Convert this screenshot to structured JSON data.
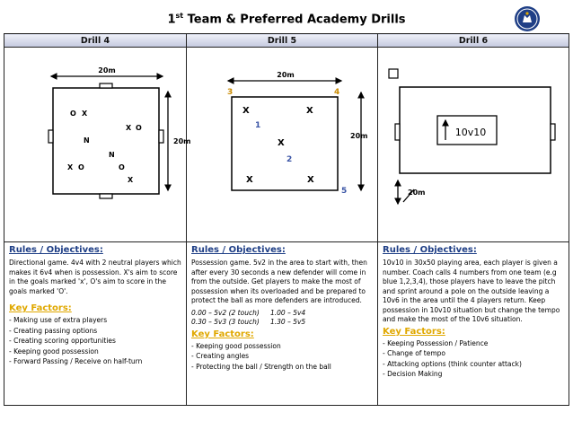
{
  "title": {
    "prefix": "1",
    "sup": "st",
    "rest": " Team & Preferred Academy Drills"
  },
  "colors": {
    "heading_blue": "#1f3f86",
    "key_gold": "#e0a800",
    "number_blue": "#3b55a6",
    "number_gold": "#c98a00"
  },
  "drills": [
    {
      "name": "Drill 4",
      "diagram": {
        "width_label": "20m",
        "height_label": "20m",
        "marks": [
          "O",
          "X",
          "X",
          "O",
          "N",
          "N",
          "X",
          "O",
          "O",
          "X"
        ]
      },
      "rules_heading": "Rules / Objectives:",
      "rules_text": "Directional game. 4v4 with 2 neutral players which makes it 6v4 when is possession. X's aim to score in the goals marked 'x', O's aim to score in the goals marked 'O'.",
      "key_heading": "Key Factors:",
      "key_factors": [
        "- Making use of extra players",
        "- Creating passing options",
        "- Creating scoring opportunities",
        "- Keeping good possession",
        "- Forward Passing / Receive on half-turn"
      ]
    },
    {
      "name": "Drill 5",
      "diagram": {
        "width_label": "20m",
        "height_label": "20m",
        "corner_numbers": [
          "3",
          "4",
          "5"
        ],
        "inner_numbers": [
          "1",
          "2"
        ],
        "marks": [
          "X",
          "X",
          "X",
          "X",
          "X"
        ]
      },
      "rules_heading": "Rules / Objectives:",
      "rules_text": "Possession game. 5v2 in the area to start with, then after every 30 seconds a new defender will come in from the outside. Get players to make the most of possession when its overloaded and be prepared to protect the ball as more defenders are introduced.",
      "timings": [
        [
          "0.00 – 5v2 (2 touch)",
          "1.00 – 5v4"
        ],
        [
          "0.30 – 5v3 (3 touch)",
          "1.30 – 5v5"
        ]
      ],
      "key_heading": "Key Factors:",
      "key_factors": [
        "- Keeping good possession",
        "- Creating angles",
        "- Protecting the ball / Strength on the ball"
      ]
    },
    {
      "name": "Drill 6",
      "diagram": {
        "center_label": "10v10",
        "height_label": "20m"
      },
      "rules_heading": "Rules / Objectives:",
      "rules_text": "10v10 in 30x50 playing area, each player is given a number. Coach calls 4 numbers from one team (e.g blue 1,2,3,4), those players have to leave the pitch and sprint around a pole on the outside leaving a 10v6 in the area until the 4 players return. Keep possession in 10v10 situation but change the tempo and make the most of the 10v6 situation.",
      "key_heading": "Key Factors:",
      "key_factors": [
        "- Keeping Possession / Patience",
        "- Change of tempo",
        "- Attacking options (think counter attack)",
        "- Decision Making"
      ]
    }
  ]
}
